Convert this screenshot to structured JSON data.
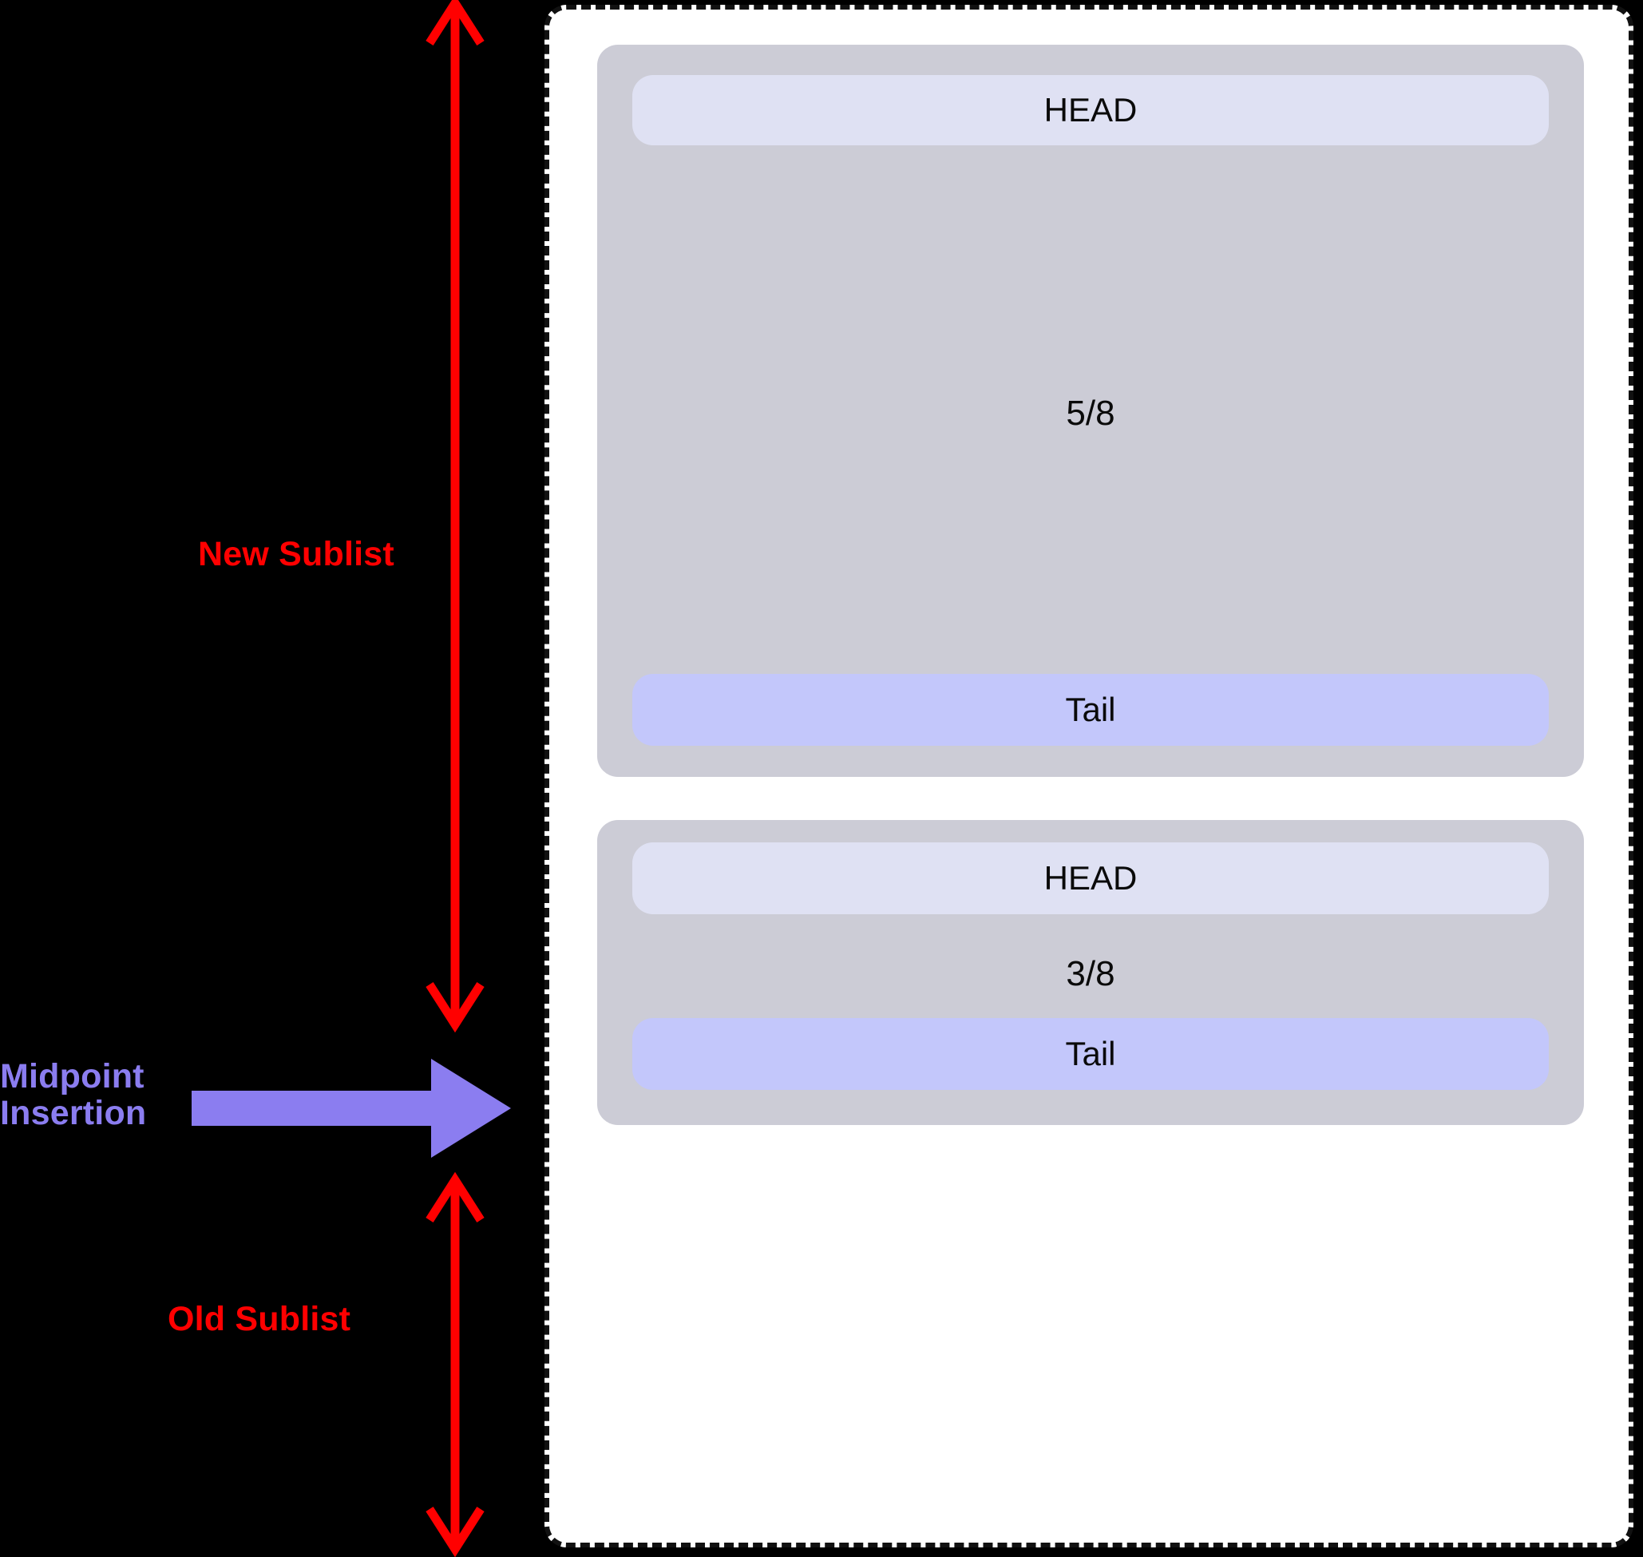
{
  "diagram": {
    "title": "Midpoint Insertion Sublist Split",
    "background_color": "#000000",
    "panel_background": "#FFFFFF",
    "annotations": {
      "new_sublist_label": "New Sublist",
      "old_sublist_label": "Old Sublist",
      "midpoint_label": "Midpoint\nInsertion",
      "red_color": "#FF0000",
      "purple_color": "#8B7DF0"
    },
    "sublists": [
      {
        "id": "new-sublist",
        "head_label": "HEAD",
        "fraction": "5/8",
        "tail_label": "Tail",
        "container_color": "#CCCCD6",
        "head_color": "#DFE1F3",
        "tail_color": "#C3C7FB"
      },
      {
        "id": "old-sublist",
        "head_label": "HEAD",
        "fraction": "3/8",
        "tail_label": "Tail",
        "container_color": "#CCCCD6",
        "head_color": "#DFE1F3",
        "tail_color": "#C3C7FB"
      }
    ],
    "arrows": {
      "new_sublist_measure": {
        "type": "double-headed-vertical",
        "color": "#FF0000"
      },
      "old_sublist_measure": {
        "type": "double-headed-vertical",
        "color": "#FF0000"
      },
      "midpoint_insertion": {
        "type": "right-block-arrow",
        "color": "#8B7DF0"
      }
    }
  }
}
